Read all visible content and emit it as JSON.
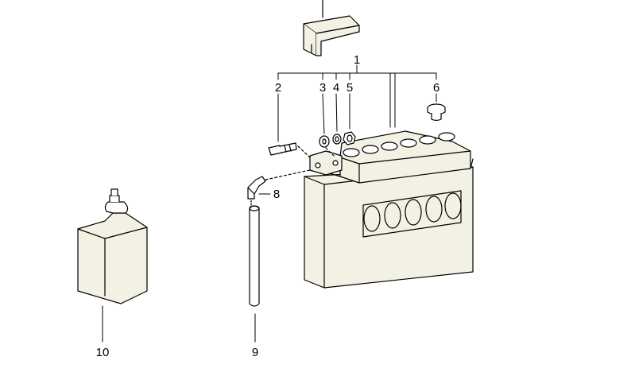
{
  "labels": {
    "battery": "1",
    "bolt": "2",
    "washer": "3",
    "lock_washer": "4",
    "nut": "5",
    "vent_plug": "6",
    "elbow_fitting": "8",
    "vent_hose": "9",
    "acid_bottle": "10"
  },
  "colors": {
    "line": "#000000",
    "battery_fill": "#f3f0e4",
    "background": "#ffffff"
  }
}
